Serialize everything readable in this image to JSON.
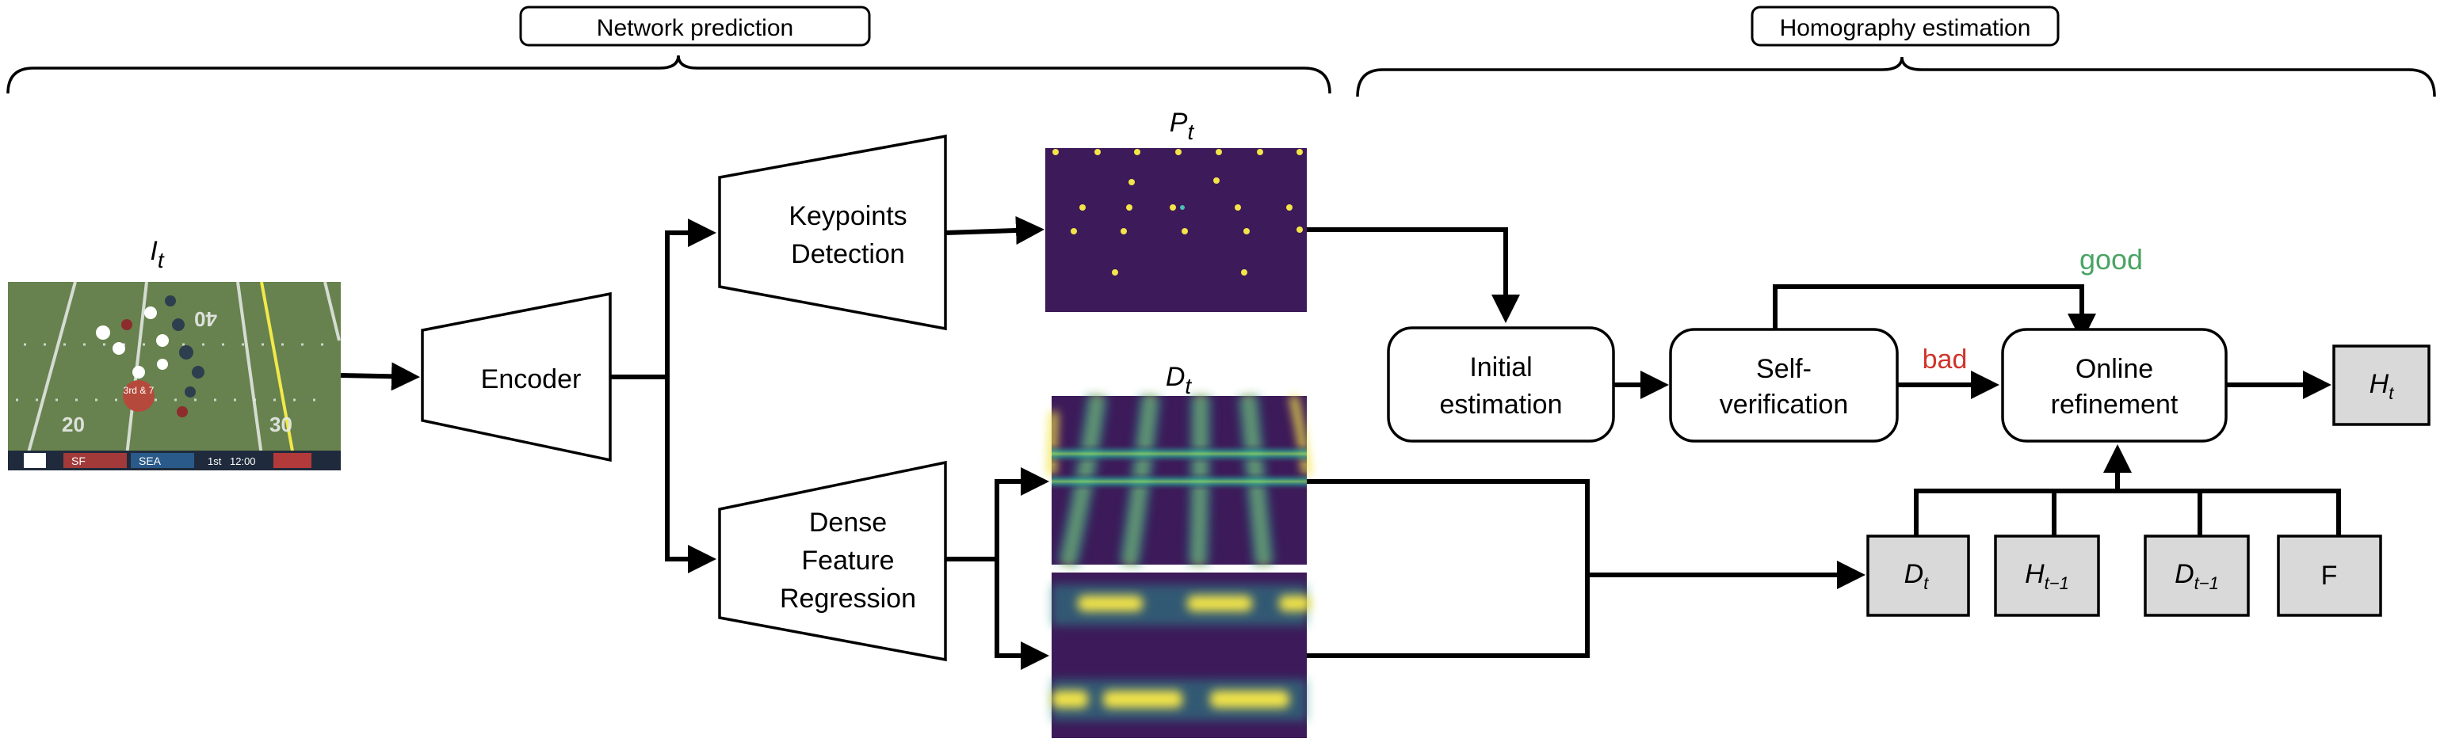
{
  "sections": {
    "network_prediction": "Network prediction",
    "homography_estimation": "Homography estimation"
  },
  "input": {
    "symbol": "I",
    "subscript": "t"
  },
  "encoder": {
    "label": "Encoder"
  },
  "keypoints": {
    "line1": "Keypoints",
    "line2": "Detection"
  },
  "dense": {
    "line1": "Dense",
    "line2": "Feature",
    "line3": "Regression"
  },
  "points_map": {
    "symbol": "P",
    "subscript": "t"
  },
  "dense_map": {
    "symbol": "D",
    "subscript": "t"
  },
  "initial": {
    "line1": "Initial",
    "line2": "estimation"
  },
  "selfver": {
    "line1": "Self-",
    "line2": "verification"
  },
  "online": {
    "line1": "Online",
    "line2": "refinement"
  },
  "good_label": "good",
  "bad_label": "bad",
  "output": {
    "symbol": "H",
    "subscript": "t"
  },
  "inputs_row": [
    {
      "symbol": "D",
      "subscript": "t"
    },
    {
      "symbol": "H",
      "subscript": "t−1"
    },
    {
      "symbol": "D",
      "subscript": "t−1"
    },
    {
      "symbol": "F",
      "subscript": ""
    }
  ],
  "scoreboard": {
    "team1": "SF",
    "team2": "SEA",
    "quarter": "1st",
    "clock": "12:00",
    "down": "3rd & 7"
  },
  "field_numbers": [
    "20",
    "30",
    "40"
  ],
  "colors": {
    "good": "#4aa464",
    "bad": "#d1342b",
    "gray_box": "#d9d9d9",
    "heat_bg": "#3d1a59",
    "heat_mid": "#2c8d8a",
    "heat_peak": "#f3e44a",
    "field": "#5f7a4a"
  }
}
